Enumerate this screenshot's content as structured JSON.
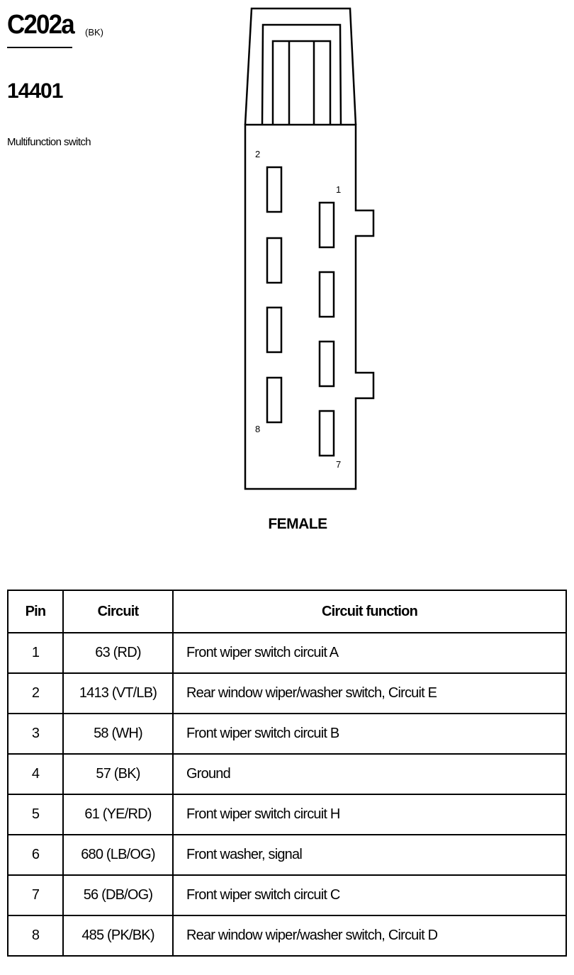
{
  "header": {
    "connector_id": "C202a",
    "connector_color": "(BK)",
    "part_number": "14401",
    "component_name": "Multifunction switch"
  },
  "diagram": {
    "gender": "FEMALE",
    "pin_labels": {
      "pin_2": "2",
      "pin_1": "1",
      "pin_8": "8",
      "pin_7": "7"
    }
  },
  "table": {
    "headers": {
      "pin": "Pin",
      "circuit": "Circuit",
      "function": "Circuit function"
    },
    "rows": [
      {
        "pin": "1",
        "circuit": "63 (RD)",
        "function": "Front wiper switch circuit A"
      },
      {
        "pin": "2",
        "circuit": "1413 (VT/LB)",
        "function": "Rear window wiper/washer switch, Circuit E"
      },
      {
        "pin": "3",
        "circuit": "58 (WH)",
        "function": "Front wiper switch circuit B"
      },
      {
        "pin": "4",
        "circuit": "57 (BK)",
        "function": "Ground"
      },
      {
        "pin": "5",
        "circuit": "61 (YE/RD)",
        "function": "Front wiper switch circuit H"
      },
      {
        "pin": "6",
        "circuit": "680 (LB/OG)",
        "function": "Front washer, signal"
      },
      {
        "pin": "7",
        "circuit": "56 (DB/OG)",
        "function": "Front wiper switch circuit C"
      },
      {
        "pin": "8",
        "circuit": "485 (PK/BK)",
        "function": "Rear window wiper/washer switch, Circuit D"
      }
    ]
  }
}
